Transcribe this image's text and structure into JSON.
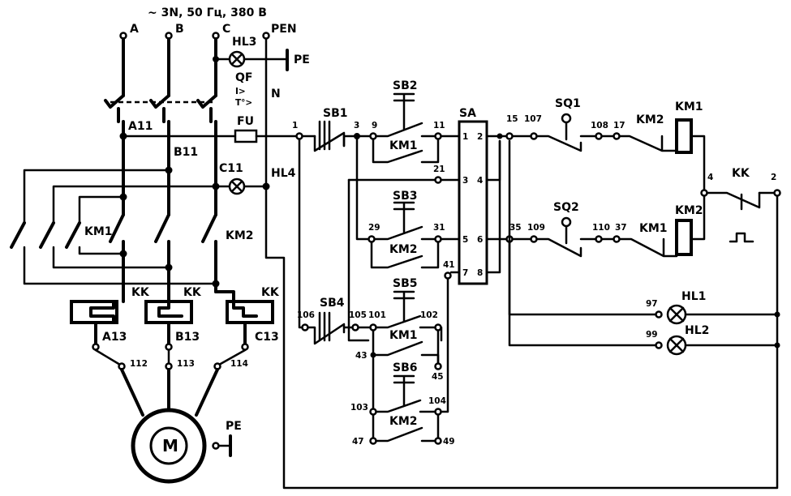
{
  "header": "~ 3N, 50 Гц, 380 В",
  "phases": {
    "a": "A",
    "b": "B",
    "c": "C",
    "pen": "PEN",
    "n": "N",
    "pe": "PE"
  },
  "breaker": {
    "name": "QF",
    "mark1": "I>",
    "mark2": "T°>"
  },
  "fuse": "FU",
  "lamps": {
    "hl1": "HL1",
    "hl2": "HL2",
    "hl3": "HL3",
    "hl4": "HL4"
  },
  "power_nodes": {
    "a11": "A11",
    "b11": "B11",
    "c11": "C11",
    "a13": "A13",
    "b13": "B13",
    "c13": "C13",
    "n112": "112",
    "n113": "113",
    "n114": "114"
  },
  "contactors": {
    "km1": "KM1",
    "km2": "KM2"
  },
  "thermal": {
    "kk": "KK"
  },
  "motor": {
    "label": "M",
    "pe": "PE"
  },
  "buttons": {
    "sb1": "SB1",
    "sb2": "SB2",
    "sb3": "SB3",
    "sb4": "SB4",
    "sb5": "SB5",
    "sb6": "SB6"
  },
  "switch": {
    "name": "SA",
    "c1": "1",
    "c2": "2",
    "c3": "3",
    "c4": "4",
    "c5": "5",
    "c6": "6",
    "c7": "7",
    "c8": "8"
  },
  "limit": {
    "sq1": "SQ1",
    "sq2": "SQ2"
  },
  "wire_nums": {
    "n1": "1",
    "n3": "3",
    "n9": "9",
    "n11": "11",
    "n21": "21",
    "n29": "29",
    "n31": "31",
    "n41": "41",
    "n15": "15",
    "n107": "107",
    "n108": "108",
    "n17": "17",
    "n35": "35",
    "n109": "109",
    "n110": "110",
    "n37": "37",
    "n4": "4",
    "n2": "2",
    "n97": "97",
    "n99": "99",
    "n106": "106",
    "n105": "105",
    "n101": "101",
    "n102": "102",
    "n43": "43",
    "n45": "45",
    "n103": "103",
    "n104": "104",
    "n47": "47",
    "n49": "49"
  }
}
